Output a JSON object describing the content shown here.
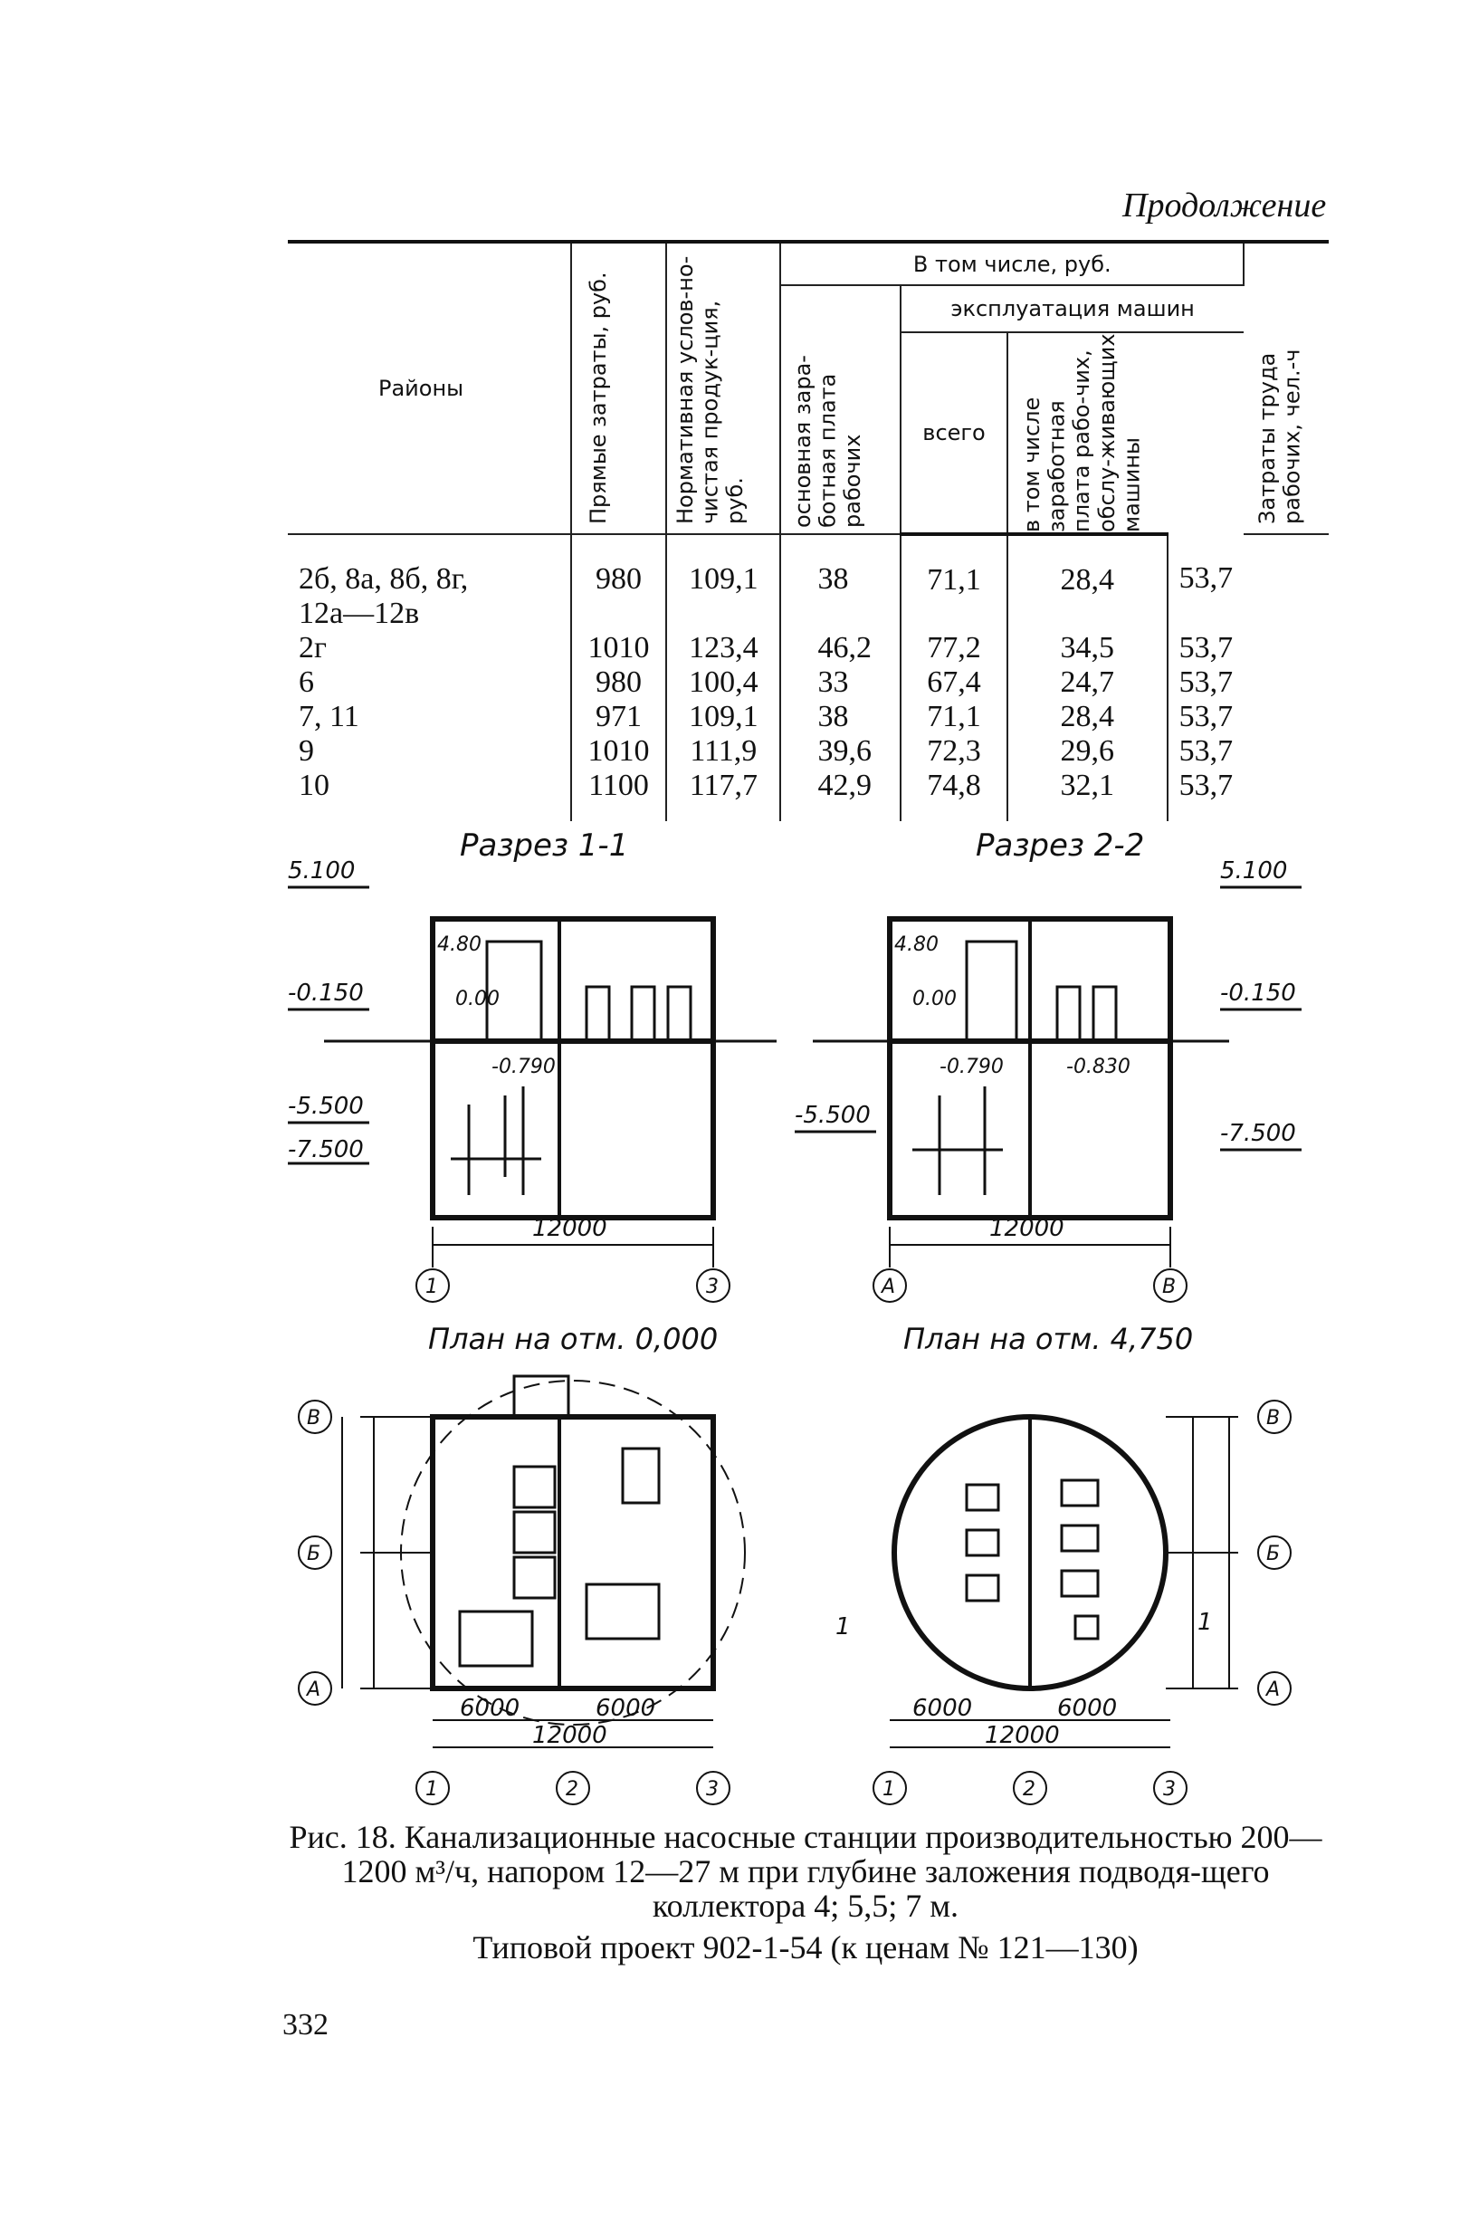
{
  "continuation": "Продолжение",
  "table": {
    "headers": {
      "regions": "Районы",
      "direct": "Прямые затраты, руб.",
      "normative": "Нормативная услов-но-чистая продук-ция, руб.",
      "incl": "В том числе, руб.",
      "wage": "основная зара-ботная плата рабочих",
      "machines": "эксплуатация машин",
      "total": "всего",
      "machine_wage": "в том числе заработная плата рабо-чих, обслу-живающих машины",
      "labor": "Затраты труда рабочих, чел.-ч"
    },
    "rows": [
      {
        "region": "2б, 8а, 8б, 8г,",
        "region2": "12а—12в",
        "direct": "980",
        "normative": "109,1",
        "wage": "38",
        "total": "71,1",
        "machine_wage": "28,4",
        "labor": "53,7"
      },
      {
        "region": "2г",
        "region2": "",
        "direct": "1010",
        "normative": "123,4",
        "wage": "46,2",
        "total": "77,2",
        "machine_wage": "34,5",
        "labor": "53,7"
      },
      {
        "region": "6",
        "region2": "",
        "direct": "980",
        "normative": "100,4",
        "wage": "33",
        "total": "67,4",
        "machine_wage": "24,7",
        "labor": "53,7"
      },
      {
        "region": "7, 11",
        "region2": "",
        "direct": "971",
        "normative": "109,1",
        "wage": "38",
        "total": "71,1",
        "machine_wage": "28,4",
        "labor": "53,7"
      },
      {
        "region": "9",
        "region2": "",
        "direct": "1010",
        "normative": "111,9",
        "wage": "39,6",
        "total": "72,3",
        "machine_wage": "29,6",
        "labor": "53,7"
      },
      {
        "region": "10",
        "region2": "",
        "direct": "1100",
        "normative": "117,7",
        "wage": "42,9",
        "total": "74,8",
        "machine_wage": "32,1",
        "labor": "53,7"
      }
    ]
  },
  "drawings": {
    "section1_title": "Разрез 1-1",
    "section2_title": "Разрез 2-2",
    "plan1_title": "План на отм. 0,000",
    "plan2_title": "План на отм. 4,750",
    "elev_5100": "5.100",
    "elev_0150": "-0.150",
    "elev_5500": "-5.500",
    "elev_7500": "-7.500",
    "elev_480": "4.80",
    "elev_000": "0.00",
    "elev_0790": "-0.790",
    "elev_0830": "-0.830",
    "dim_12000": "12000",
    "dim_6000": "6000",
    "axis_1": "1",
    "axis_2": "2",
    "axis_3": "3",
    "axis_A": "А",
    "axis_B": "Б",
    "axis_V": "В",
    "cut_1": "1"
  },
  "caption": "Рис. 18. Канализационные насосные станции производительностью 200—1200 м³/ч, напором 12—27 м при глубине заложения подводя-щего коллектора 4; 5,5; 7 м.",
  "project": "Типовой проект 902-1-54 (к ценам № 121—130)",
  "page_number": "332"
}
